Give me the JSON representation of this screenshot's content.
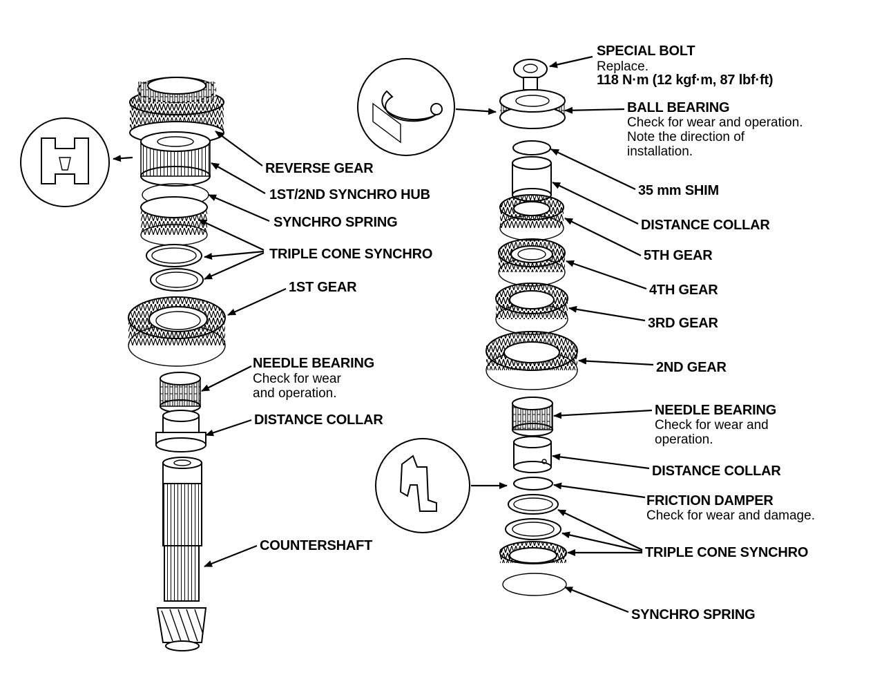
{
  "labels": {
    "special_bolt": {
      "title": "SPECIAL BOLT",
      "lines": [
        "Replace.",
        "118 N·m (12 kgf·m, 87 lbf·ft)"
      ]
    },
    "ball_bearing": {
      "title": "BALL BEARING",
      "lines": [
        "Check for wear and operation.",
        "Note the direction of",
        "installation."
      ]
    },
    "shim_35mm": {
      "title": "35 mm SHIM"
    },
    "distance_collar_right_top": {
      "title": "DISTANCE COLLAR"
    },
    "fifth_gear": {
      "title": "5TH GEAR"
    },
    "fourth_gear": {
      "title": "4TH GEAR"
    },
    "third_gear": {
      "title": "3RD GEAR"
    },
    "second_gear": {
      "title": "2ND GEAR"
    },
    "needle_bearing_right": {
      "title": "NEEDLE BEARING",
      "lines": [
        "Check for wear and",
        "operation."
      ]
    },
    "distance_collar_right_bottom": {
      "title": "DISTANCE COLLAR"
    },
    "friction_damper": {
      "title": "FRICTION DAMPER",
      "lines": [
        "Check for wear and damage."
      ]
    },
    "triple_cone_synchro_right": {
      "title": "TRIPLE CONE SYNCHRO"
    },
    "synchro_spring_right": {
      "title": "SYNCHRO SPRING"
    },
    "reverse_gear": {
      "title": "REVERSE GEAR"
    },
    "synchro_hub": {
      "title": "1ST/2ND SYNCHRO HUB"
    },
    "synchro_spring_left": {
      "title": "SYNCHRO SPRING"
    },
    "triple_cone_synchro_left": {
      "title": "TRIPLE CONE SYNCHRO"
    },
    "first_gear": {
      "title": "1ST GEAR"
    },
    "needle_bearing_left": {
      "title": "NEEDLE BEARING",
      "lines": [
        "Check for wear",
        "and operation."
      ]
    },
    "distance_collar_left": {
      "title": "DISTANCE COLLAR"
    },
    "countershaft": {
      "title": "COUNTERSHAFT"
    }
  }
}
